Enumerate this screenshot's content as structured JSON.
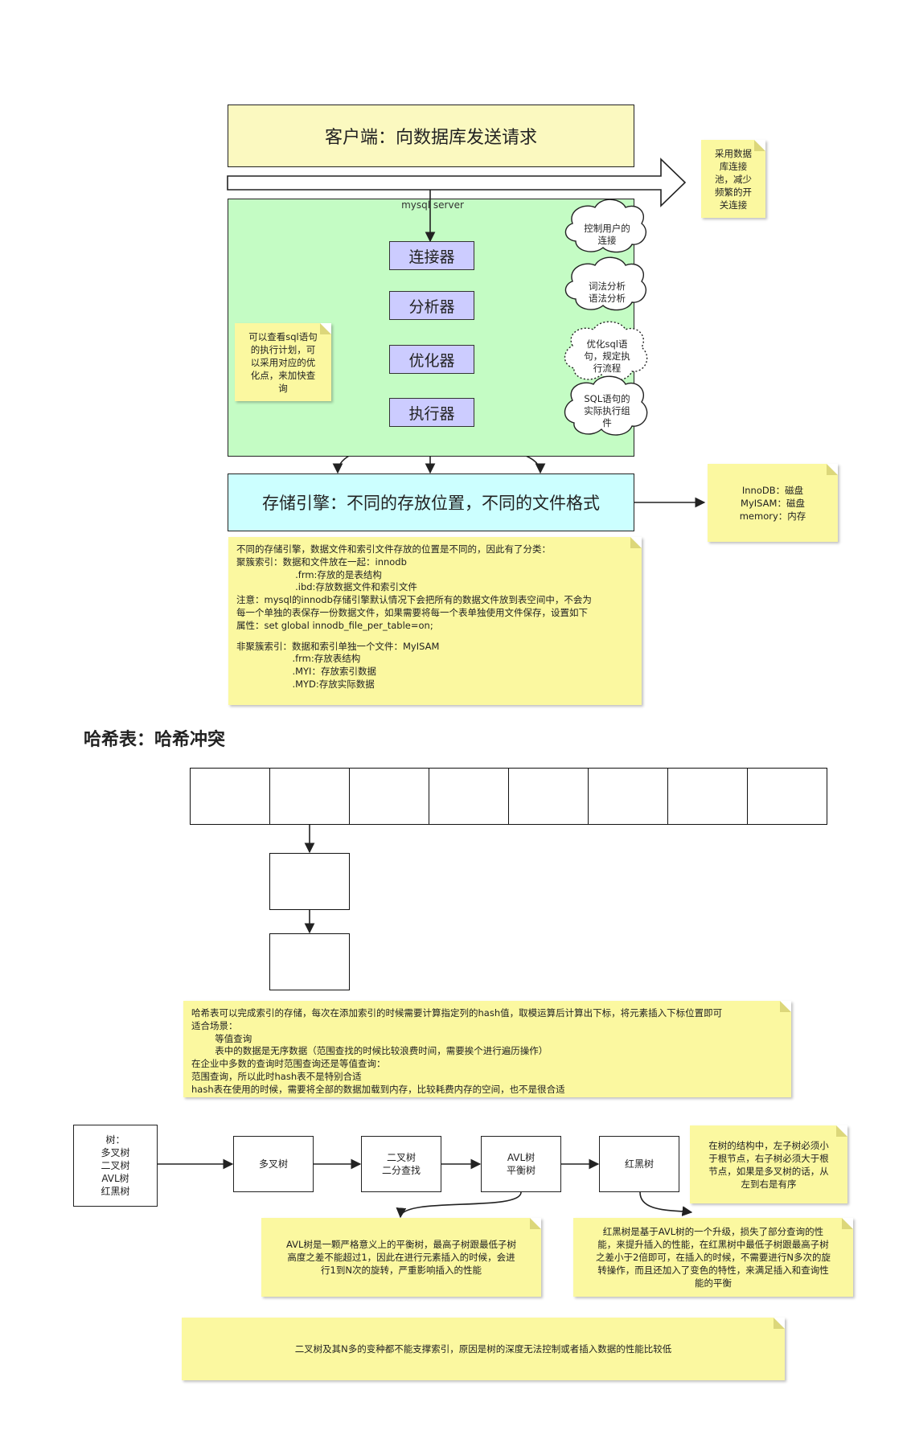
{
  "client": {
    "label": "客户端：向数据库发送请求"
  },
  "pool_note": {
    "lines": [
      "采用数据",
      "库连接",
      "池，减少",
      "频繁的开",
      "关连接"
    ]
  },
  "server": {
    "label": "mysql server",
    "components": [
      "连接器",
      "分析器",
      "优化器",
      "执行器"
    ]
  },
  "clouds": [
    {
      "name": "cloud-connector",
      "lines": [
        "控制用户的",
        "连接"
      ]
    },
    {
      "name": "cloud-analyzer",
      "lines": [
        "词法分析",
        "语法分析"
      ]
    },
    {
      "name": "cloud-optimizer",
      "lines": [
        "优化sql语",
        "句，规定执",
        "行流程"
      ]
    },
    {
      "name": "cloud-executor",
      "lines": [
        "SQL语句的",
        "实际执行组",
        "件"
      ]
    }
  ],
  "explain_note": {
    "lines": [
      "可以查看sql语句",
      "的执行计划，可",
      "以采用对应的优",
      "化点，来加快查",
      "询"
    ]
  },
  "storage": {
    "label": "存储引擎：不同的存放位置，不同的文件格式"
  },
  "engine_note": {
    "lines": [
      "InnoDB：磁盘",
      "MyISAM：磁盘",
      "memory：内存"
    ]
  },
  "storage_note": {
    "lines": [
      "不同的存储引擎，数据文件和索引文件存放的位置是不同的，因此有了分类：",
      "聚簇索引：数据和文件放在一起：innodb",
      "                    .frm:存放的是表结构",
      "                    .ibd:存放数据文件和索引文件",
      "注意：mysql的innodb存储引擎默认情况下会把所有的数据文件放到表空间中，不会为",
      "每一个单独的表保存一份数据文件，如果需要将每一个表单独使用文件保存，设置如下",
      "属性：set global innodb_file_per_table=on;",
      "",
      "非聚簇索引：数据和索引单独一个文件：MyISAM",
      "                   .frm:存放表结构",
      "                   .MYI：存放索引数据",
      "                   .MYD:存放实际数据"
    ]
  },
  "hash": {
    "title": "哈希表：哈希冲突",
    "note_lines": [
      "哈希表可以完成索引的存储，每次在添加索引的时候需要计算指定列的hash值，取模运算后计算出下标，将元素插入下标位置即可",
      "适合场景：",
      "        等值查询",
      "        表中的数据是无序数据（范围查找的时候比较浪费时间，需要挨个进行遍历操作）",
      "在企业中多数的查询时范围查询还是等值查询：",
      "范围查询，所以此时hash表不是特别合适",
      "hash表在使用的时候，需要将全部的数据加载到内存，比较耗费内存的空间，也不是很合适"
    ]
  },
  "tree": {
    "root_lines": [
      "树：",
      "多叉树",
      "二叉树",
      "AVL树",
      "红黑树"
    ],
    "multi": "多叉树",
    "binary_lines": [
      "二叉树",
      "二分查找"
    ],
    "avl_lines": [
      "AVL树",
      "平衡树"
    ],
    "rb": "红黑树",
    "struct_note_lines": [
      "在树的结构中，左子树必须小",
      "于根节点，右子树必须大于根",
      "节点，如果是多叉树的话，从",
      "左到右是有序"
    ],
    "avl_note_lines": [
      "AVL树是一颗严格意义上的平衡树，最高子树跟最低子树",
      "高度之差不能超过1，因此在进行元素插入的时候，会进",
      "行1到N次的旋转，严重影响插入的性能"
    ],
    "rb_note_lines": [
      "红黑树是基于AVL树的一个升级，损失了部分查询的性",
      "能，来提升插入的性能，在红黑树中最低子树跟最高子树",
      "之差小于2倍即可，在插入的时候，不需要进行N多次的旋",
      "转操作，而且还加入了变色的特性，来满足插入和查询性",
      "能的平衡"
    ],
    "conclusion": "二叉树及其N多的变种都不能支撑索引，原因是树的深度无法控制或者插入数据的性能比较低"
  },
  "colors": {
    "client_bg": "#fbf9c0",
    "server_bg": "#c4fcc4",
    "component_bg": "#ccccff",
    "storage_bg": "#ccffff",
    "note_bg": "#fbf8a0"
  }
}
